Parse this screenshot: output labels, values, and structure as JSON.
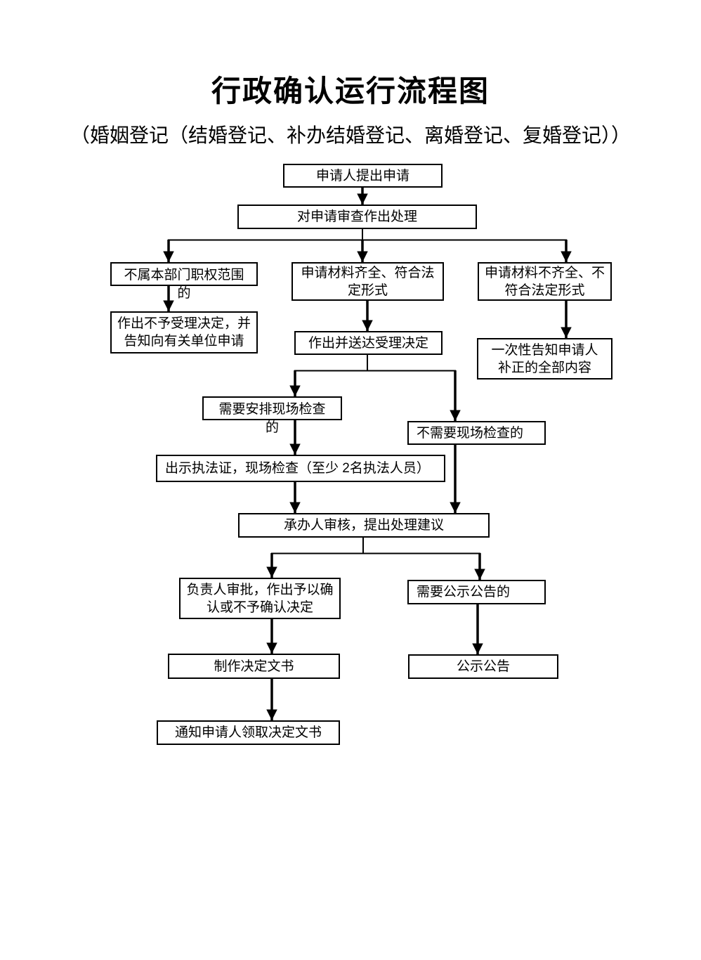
{
  "page": {
    "title": "行政确认运行流程图",
    "subtitle": "（婚姻登记（结婚登记、补办结婚登记、离婚登记、复婚登记））"
  },
  "flowchart": {
    "colors": {
      "background": "#ffffff",
      "text": "#000000",
      "box_border": "#000000",
      "connector": "#000000"
    },
    "nodes": {
      "n1": {
        "label": "申请人提出申请"
      },
      "n2": {
        "label": "对申请审查作出处理"
      },
      "n3": {
        "label": "不属本部门职权范围\n的"
      },
      "n4": {
        "label": "申请材料齐全、符合法\n定形式"
      },
      "n5": {
        "label": "申请材料不齐全、不\n符合法定形式"
      },
      "n6": {
        "label": "作出不予受理决定，并\n告知向有关单位申请"
      },
      "n7": {
        "label": "作出并送达受理决定"
      },
      "n8": {
        "label": "一次性告知申请人\n补正的全部内容"
      },
      "n9": {
        "label": "需要安排现场检查\n的"
      },
      "n10": {
        "label": "不需要现场检查的"
      },
      "n11": {
        "label": "出示执法证，现场检查（至少 2名执法人员）"
      },
      "n12": {
        "label": "承办人审核，提出处理建议"
      },
      "n13": {
        "label": "负责人审批，作出予以确\n认或不予确认决定"
      },
      "n14": {
        "label": "需要公示公告的"
      },
      "n15": {
        "label": "制作决定文书"
      },
      "n16": {
        "label": "公示公告"
      },
      "n17": {
        "label": "通知申请人领取决定文书"
      }
    },
    "edges": [
      {
        "from": "n1",
        "to": "n2"
      },
      {
        "from": "n2",
        "to": "n3"
      },
      {
        "from": "n2",
        "to": "n4"
      },
      {
        "from": "n2",
        "to": "n5"
      },
      {
        "from": "n3",
        "to": "n6"
      },
      {
        "from": "n4",
        "to": "n7"
      },
      {
        "from": "n5",
        "to": "n8"
      },
      {
        "from": "n7",
        "to": "n9"
      },
      {
        "from": "n7",
        "to": "n10"
      },
      {
        "from": "n9",
        "to": "n11"
      },
      {
        "from": "n11",
        "to": "n12"
      },
      {
        "from": "n10",
        "to": "n12"
      },
      {
        "from": "n12",
        "to": "n13"
      },
      {
        "from": "n12",
        "to": "n14"
      },
      {
        "from": "n13",
        "to": "n15"
      },
      {
        "from": "n14",
        "to": "n16"
      },
      {
        "from": "n15",
        "to": "n17"
      }
    ]
  }
}
